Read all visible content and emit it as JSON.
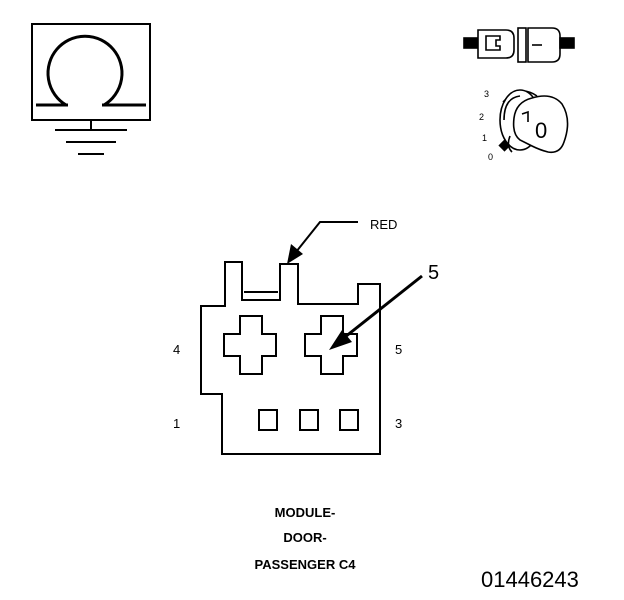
{
  "wire_color_label": "RED",
  "callout_number": "5",
  "pin_labels": {
    "top_left": "4",
    "top_right": "5",
    "bottom_left": "1",
    "bottom_right": "3"
  },
  "caption": {
    "line1": "MODULE-",
    "line2": "DOOR-",
    "line3": "PASSENGER C4"
  },
  "part_number": "01446243",
  "ignition_positions": [
    "3",
    "2",
    "1",
    "0"
  ],
  "key_marking": "0",
  "icons": {
    "omega_ground_symbol": "omega-ground-icon",
    "connector_pair": "connector-pair-icon",
    "ignition_switch": "ignition-key-icon"
  }
}
